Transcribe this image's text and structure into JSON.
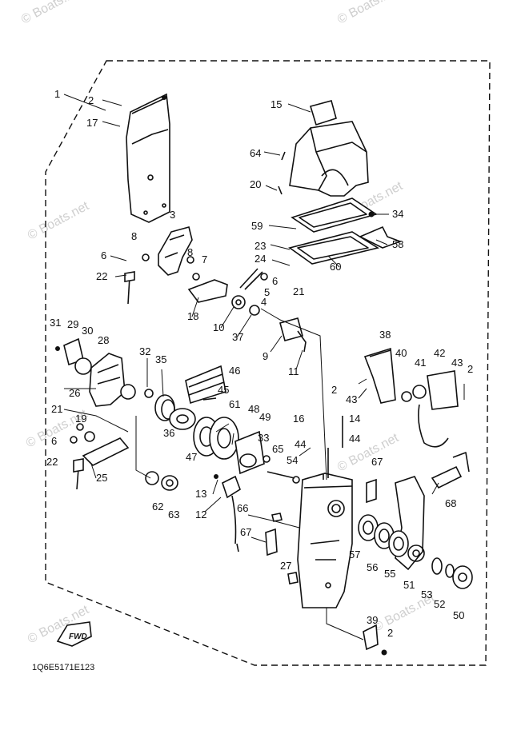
{
  "diagram": {
    "code": "1Q6E5171E123",
    "fwd_label": "FWD",
    "watermark": "© Boats.net",
    "part_numbers": [
      "1",
      "2",
      "3",
      "4",
      "5",
      "6",
      "7",
      "8",
      "9",
      "10",
      "11",
      "12",
      "13",
      "14",
      "15",
      "16",
      "17",
      "18",
      "19",
      "20",
      "21",
      "22",
      "23",
      "24",
      "25",
      "26",
      "27",
      "28",
      "29",
      "30",
      "31",
      "32",
      "33",
      "34",
      "35",
      "36",
      "37",
      "38",
      "39",
      "40",
      "41",
      "42",
      "43",
      "44",
      "45",
      "46",
      "47",
      "48",
      "49",
      "50",
      "51",
      "52",
      "53",
      "54",
      "55",
      "56",
      "57",
      "58",
      "59",
      "60",
      "61",
      "62",
      "63",
      "64",
      "65",
      "66",
      "67",
      "68"
    ]
  }
}
